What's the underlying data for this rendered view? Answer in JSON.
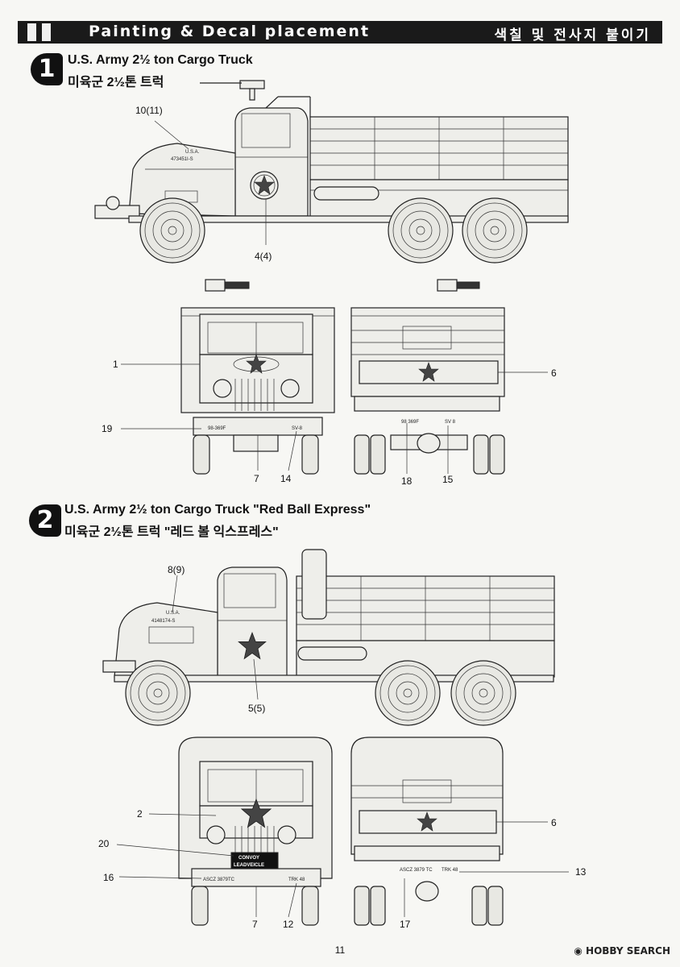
{
  "header": {
    "title": "Painting & Decal placement",
    "title_ko": "색칠 및 전사지 붙이기"
  },
  "versions": [
    {
      "number": "1",
      "title": "U.S. Army 2½ ton Cargo Truck",
      "title_ko": "미육군 2½톤 트럭",
      "side_view": {
        "serial_decal": "473451I-S",
        "usa_decal": "U.S.A."
      },
      "callouts": {
        "hood": "10(11)",
        "door": "4(4)",
        "front_star": "1",
        "rear_panel": "6",
        "front_bumper_left": "19",
        "front_bumper_center": "7",
        "front_bumper_right": "14",
        "rear_left": "18",
        "rear_right": "15"
      },
      "bumper_decals": {
        "front_left": "98-369F",
        "front_right": "SV-8",
        "rear_left": "98 369F",
        "rear_right": "SV 8"
      }
    },
    {
      "number": "2",
      "title": "U.S. Army 2½ ton Cargo Truck \"Red Ball Express\"",
      "title_ko": "미육군 2½톤 트럭 \"레드 볼 익스프레스\"",
      "side_view": {
        "serial_decal": "4148174-S",
        "usa_decal": "U.S.A."
      },
      "callouts": {
        "hood": "8(9)",
        "door": "5(5)",
        "front_star": "2",
        "rear_panel": "6",
        "convoy_plate": "20",
        "front_bumper_left": "16",
        "front_bumper_center": "7",
        "front_bumper_right": "12",
        "rear_right": "13",
        "rear_left": "17"
      },
      "bumper_decals": {
        "front_left": "ASCZ 3879TC",
        "front_right": "TRK 48",
        "convoy_line1": "CONVOY",
        "convoy_line2": "LEADVEICLE",
        "rear_left": "ASCZ 3879 TC",
        "rear_right": "TRK 48"
      }
    }
  ],
  "page_number": "11",
  "watermark": "HOBBY SEARCH",
  "colors": {
    "header_bg": "#1a1a1a",
    "ink": "#222222",
    "paper": "#f7f7f4"
  }
}
